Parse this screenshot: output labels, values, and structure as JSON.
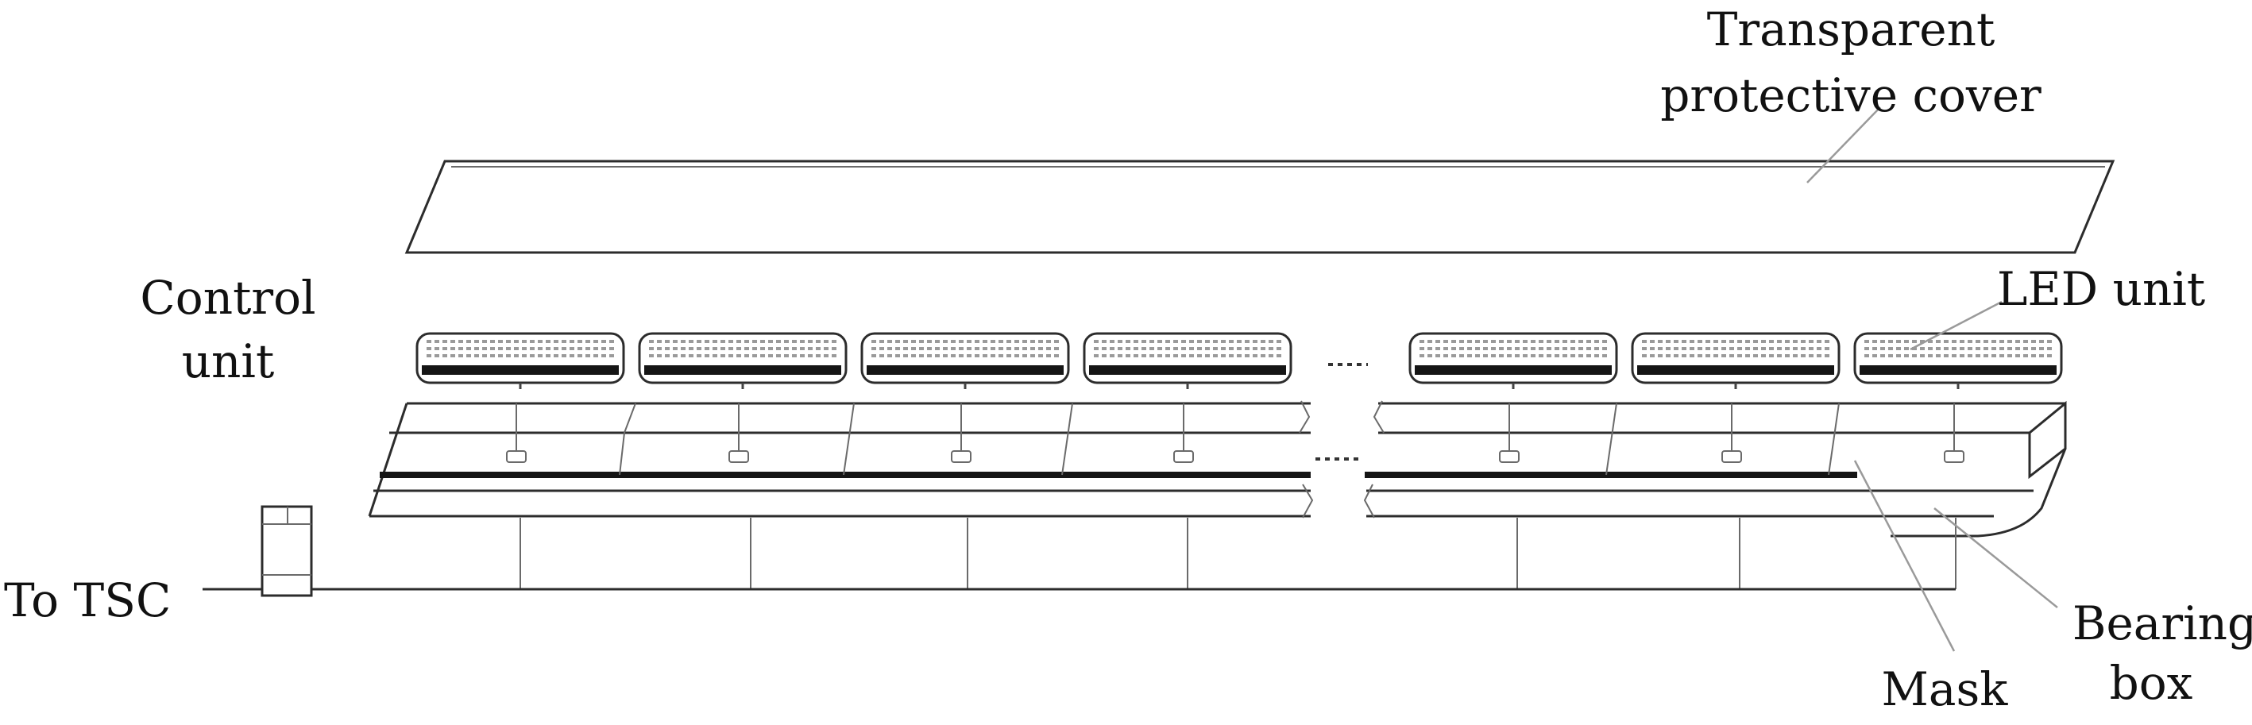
{
  "labels": {
    "cover_line1": "Transparent",
    "cover_line2": "protective cover",
    "control_line1": "Control",
    "control_line2": "unit",
    "led": "LED unit",
    "to_tsc": "To TSC",
    "mask": "Mask",
    "bearing_line1": "Bearing",
    "bearing_line2": "box"
  },
  "led_module_count": 7,
  "colors": {
    "line": "#2c2c2c",
    "led_grid": "#9a9a9a",
    "led_base": "#151515",
    "text": "#111111"
  }
}
